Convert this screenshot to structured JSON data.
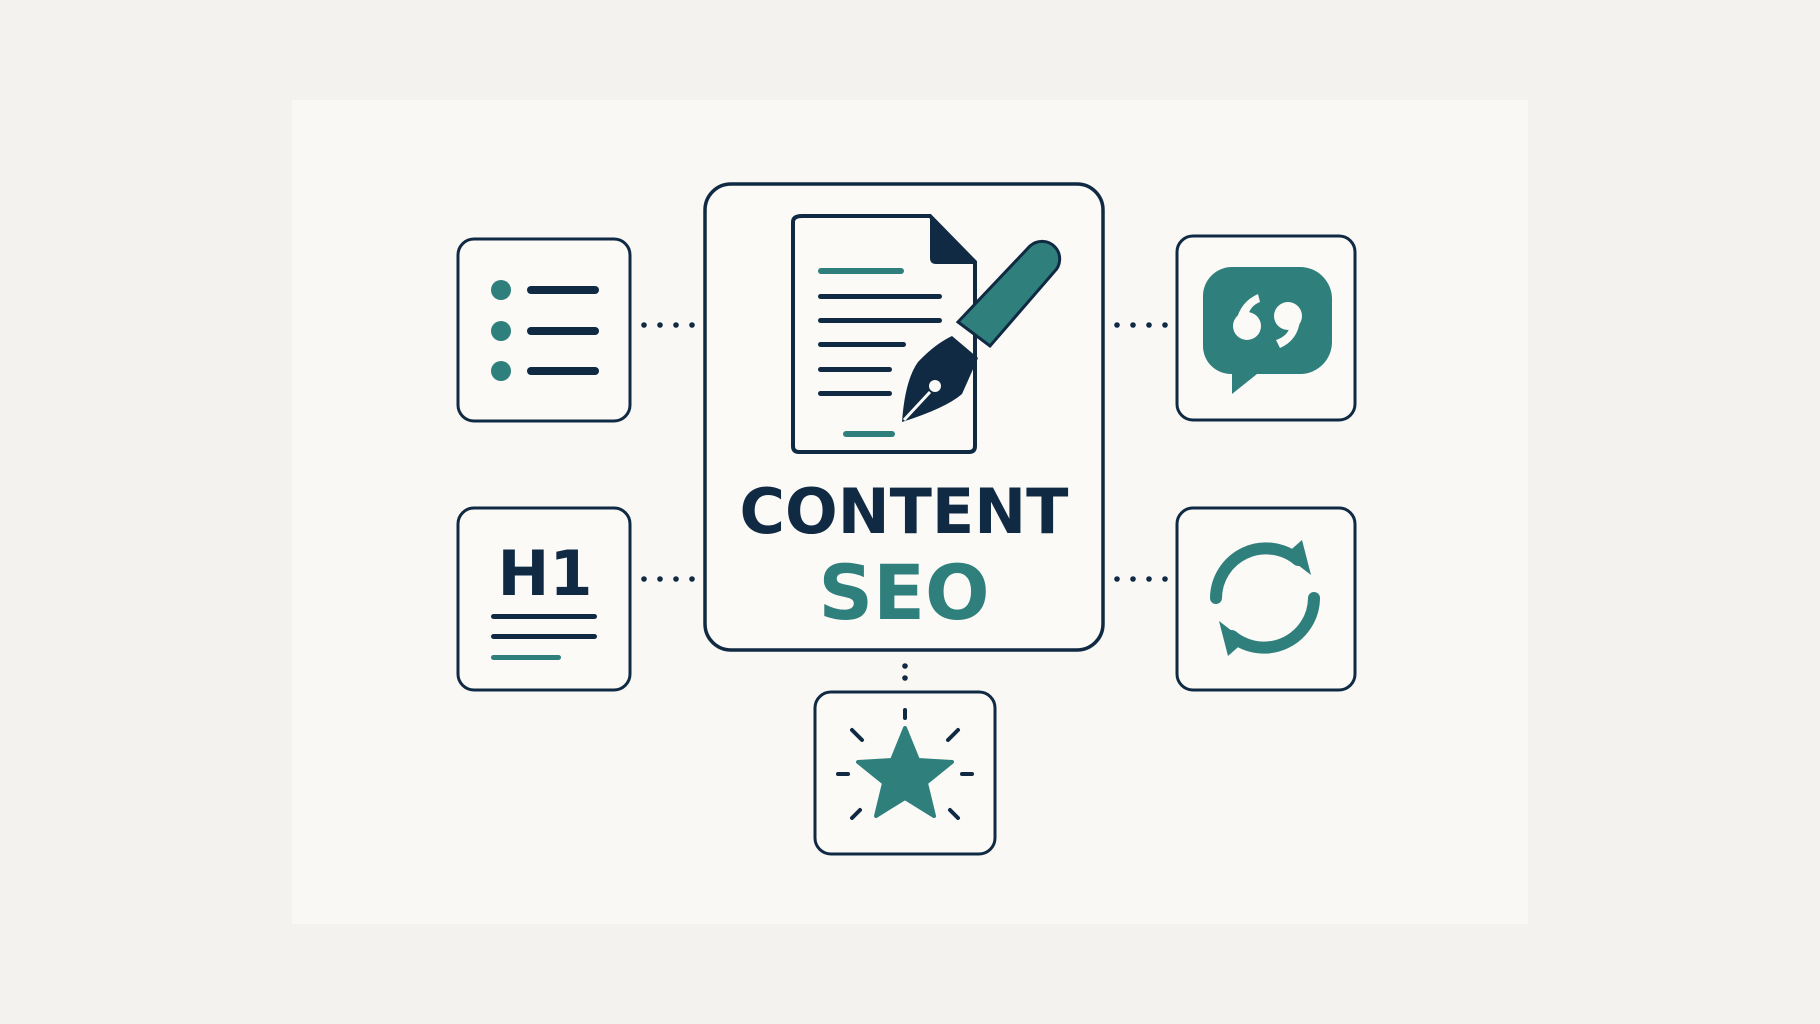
{
  "colors": {
    "page_bg": "#f4f2ee",
    "panel_bg": "#f9f8f5",
    "navy": "#102a43",
    "teal": "#2f7f7c",
    "card_bg": "#fbfaf7"
  },
  "hub": {
    "title_line1": "CONTENT",
    "title_line2": "SEO",
    "icon": "document-with-pen-icon"
  },
  "cards": [
    {
      "id": "list",
      "icon": "bullet-list-icon"
    },
    {
      "id": "heading",
      "icon": "heading-h1-icon",
      "text": "H1"
    },
    {
      "id": "quote",
      "icon": "quote-bubble-icon"
    },
    {
      "id": "refresh",
      "icon": "refresh-cycle-icon"
    },
    {
      "id": "star",
      "icon": "star-burst-icon"
    }
  ]
}
